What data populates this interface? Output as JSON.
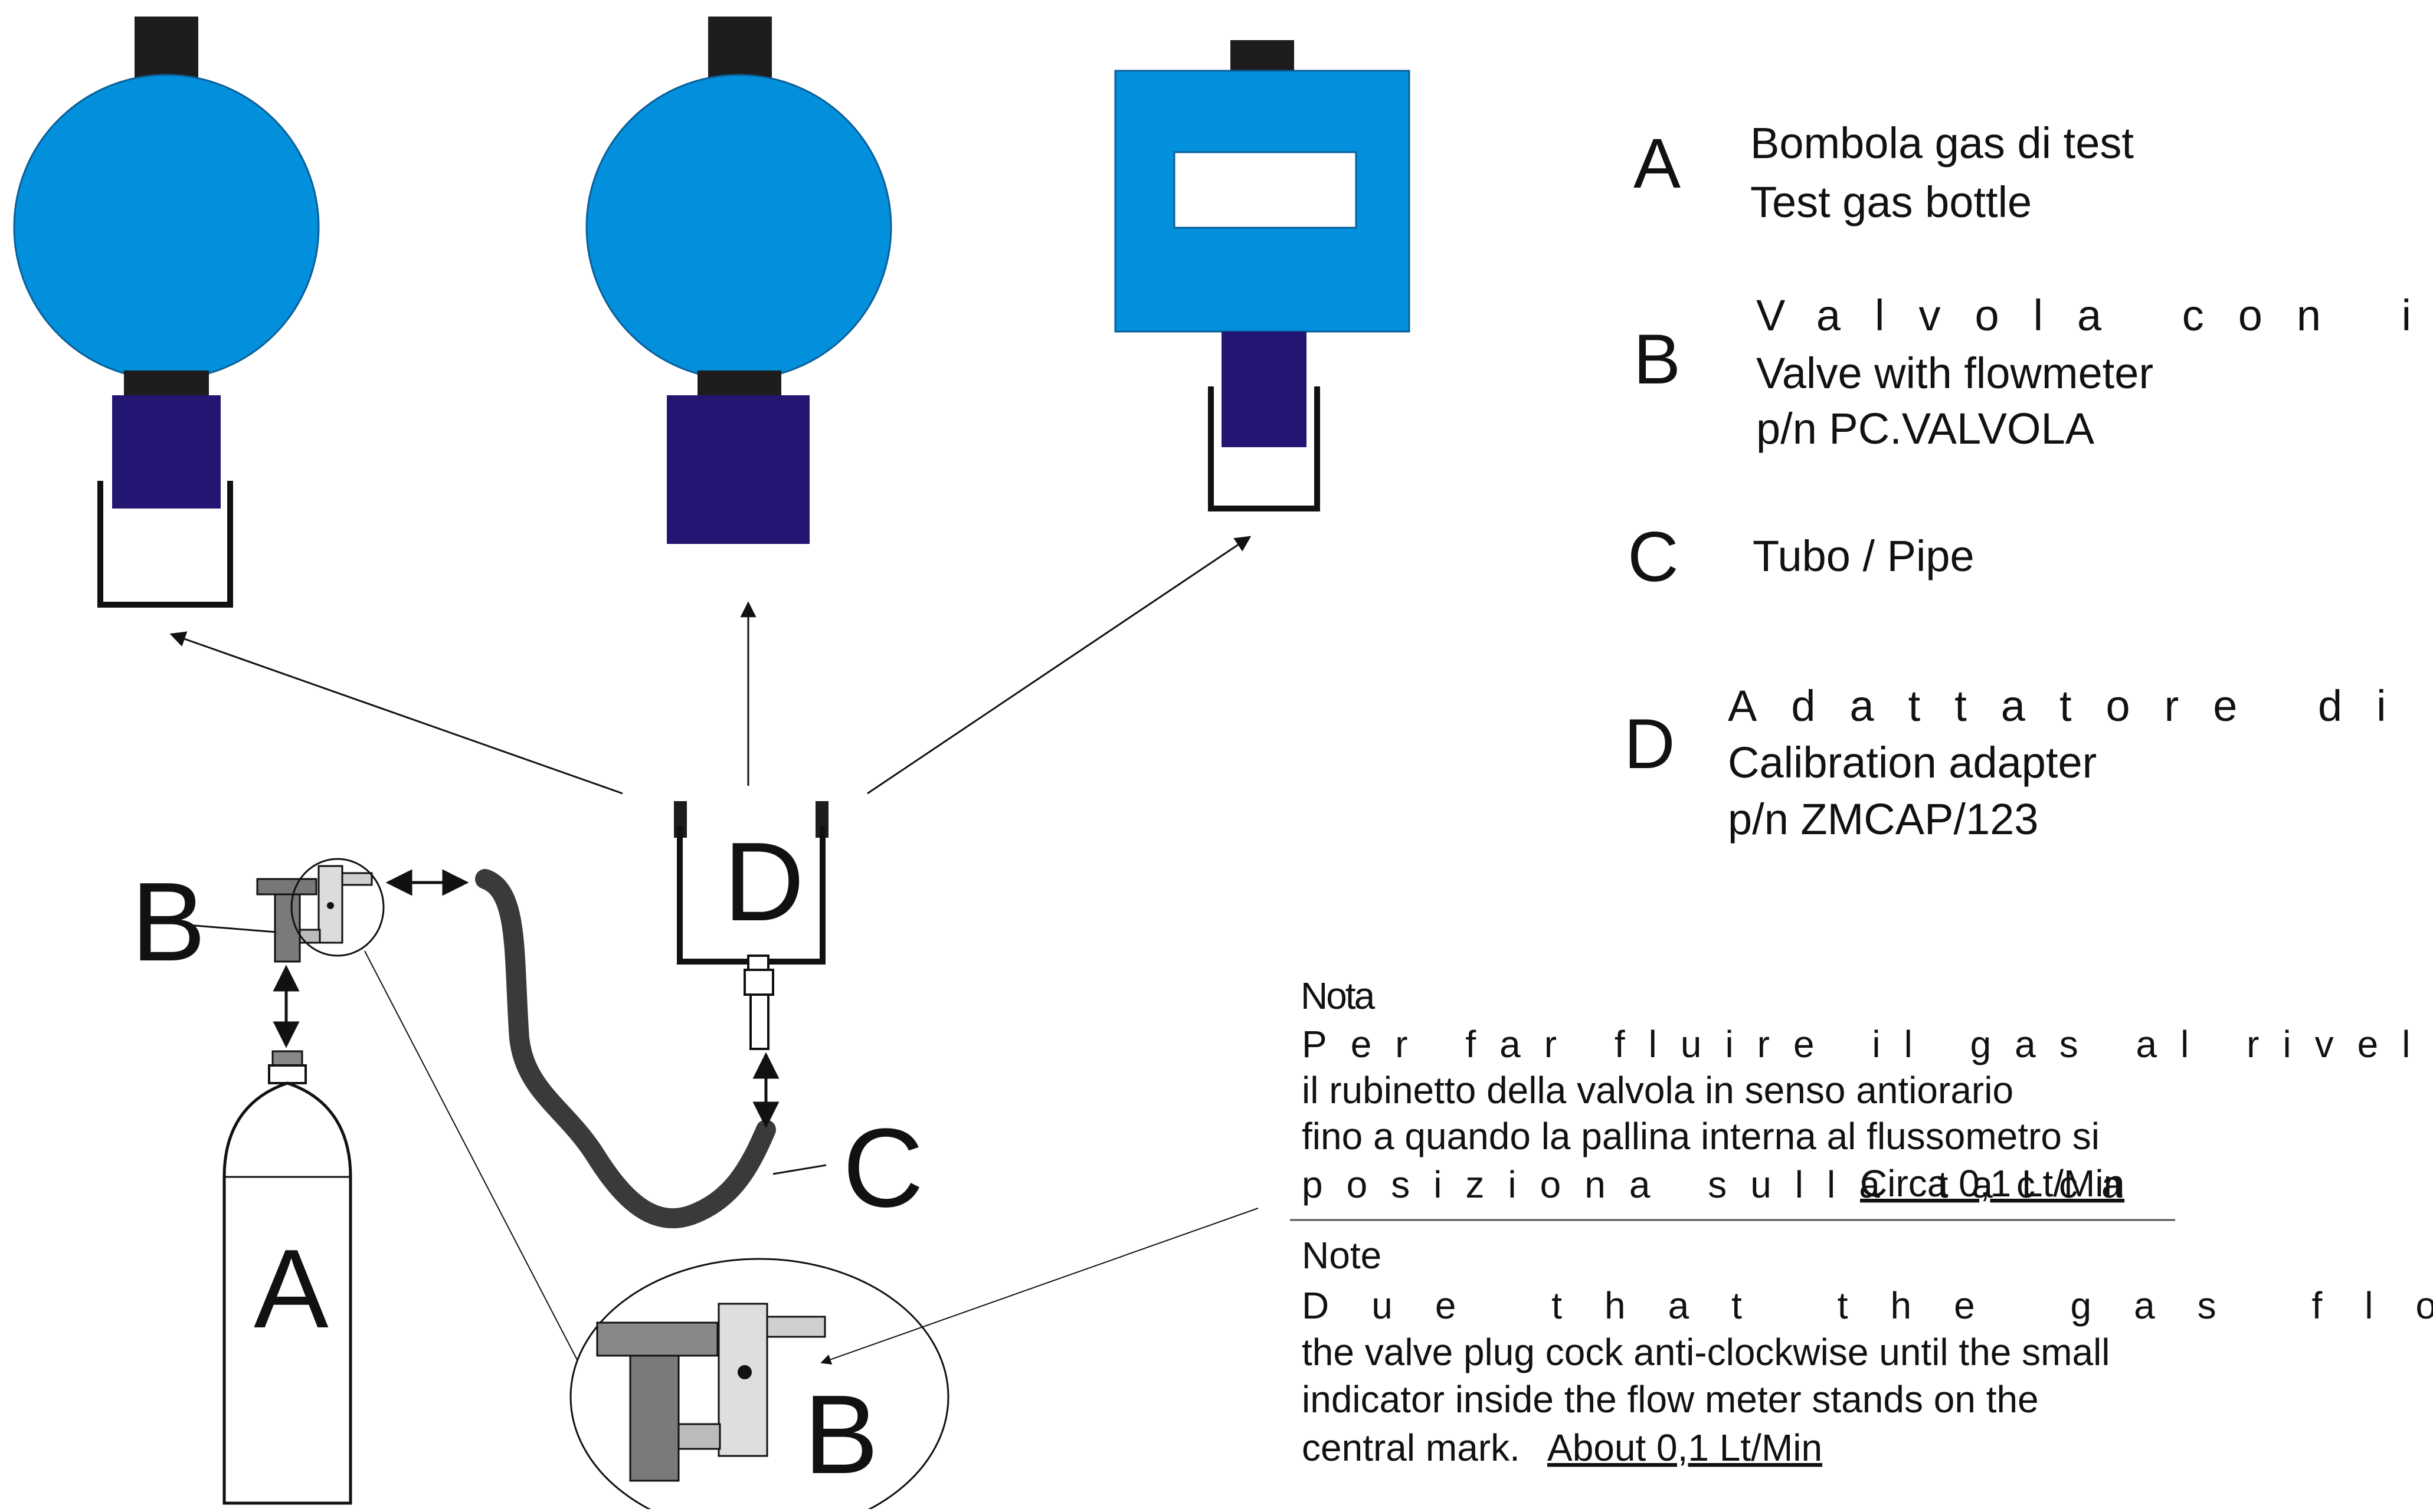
{
  "colors": {
    "housing_blue": "#0290dd",
    "sensor_navy": "#221672",
    "cap_black": "#1d1d1d",
    "hose_dark": "#3a3a3a",
    "outline": "#111111"
  },
  "diagram_labels": {
    "bottle": "A",
    "valve": "B",
    "valve_zoom": "B",
    "pipe": "C",
    "adapter": "D"
  },
  "legend": [
    {
      "letter": "A",
      "line1": "Bombola gas di test",
      "line2": "Test gas bottle",
      "line3": ""
    },
    {
      "letter": "B",
      "line1": "Valvola con indic",
      "line2": "Valve with flowmeter",
      "line3": "p/n  PC.VALVOLA"
    },
    {
      "letter": "C",
      "line1": "Tubo / Pipe",
      "line2": "",
      "line3": ""
    },
    {
      "letter": "D",
      "line1": "Adattatore di ca",
      "line2": "Calibration adapter",
      "line3": "p/n  ZMCAP/123"
    }
  ],
  "note_it": {
    "heading": "Nota",
    "line1": "Per far fluire il gas al rivelator",
    "line2": "il rubinetto della valvola in senso antiorario",
    "line3": "fino a quando la pallina interna al flussometro si",
    "line4": "posiziona sulla tacca",
    "line4_link": "Circa 0,1 Lt/Min"
  },
  "note_en": {
    "heading": "Note",
    "line1": "Due that the gas flow to",
    "line2": "the valve plug cock anti-clockwise until the small",
    "line3": "indicator inside the flow meter stands on the",
    "line4": "central mark.",
    "line4_link": "About 0,1 Lt/Min"
  },
  "icons": [
    "round-detector-icon",
    "box-detector-icon",
    "gas-bottle-icon",
    "flow-valve-icon",
    "hose-icon",
    "calibration-adapter-icon"
  ]
}
